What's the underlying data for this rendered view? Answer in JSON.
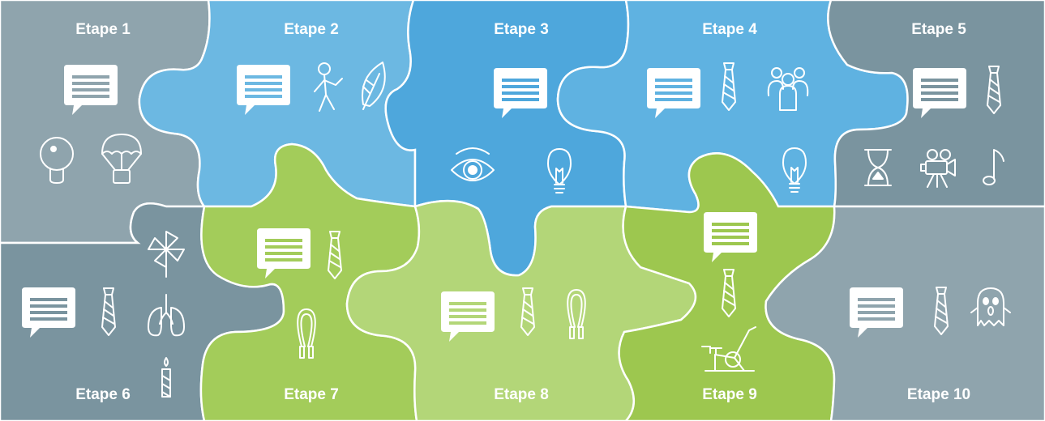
{
  "colors": {
    "gray_light": "#8fa4ad",
    "gray_dark": "#7a949f",
    "blue_light": "#6cb8e2",
    "blue_medium": "#4ea7dc",
    "blue_mid": "#5fb2e1",
    "green_medium": "#a3cc5a",
    "green_light": "#b3d678",
    "green_bright": "#9dc74f",
    "border": "#ffffff",
    "icon": "#ffffff"
  },
  "steps": [
    {
      "label": "Etape 1",
      "color": "gray_light",
      "icons": [
        "speech-bubble-icon",
        "table-tennis-paddle-icon",
        "parachute-icon"
      ]
    },
    {
      "label": "Etape 2",
      "color": "blue_light",
      "icons": [
        "speech-bubble-icon",
        "stick-figure-icon",
        "leaf-icon"
      ]
    },
    {
      "label": "Etape 3",
      "color": "blue_medium",
      "icons": [
        "speech-bubble-icon",
        "eye-icon",
        "light-bulb-icon"
      ]
    },
    {
      "label": "Etape 4",
      "color": "blue_mid",
      "icons": [
        "speech-bubble-icon",
        "tie-icon",
        "group-icon",
        "light-bulb-icon"
      ]
    },
    {
      "label": "Etape 5",
      "color": "gray_dark",
      "icons": [
        "speech-bubble-icon",
        "tie-icon",
        "hourglass-icon",
        "movie-camera-icon",
        "music-note-icon"
      ]
    },
    {
      "label": "Etape 6",
      "color": "gray_dark",
      "icons": [
        "pinwheel-icon",
        "speech-bubble-icon",
        "tie-icon",
        "lungs-icon",
        "candle-icon"
      ]
    },
    {
      "label": "Etape 7",
      "color": "green_medium",
      "icons": [
        "speech-bubble-icon",
        "tie-icon",
        "jump-rope-icon"
      ]
    },
    {
      "label": "Etape 8",
      "color": "green_light",
      "icons": [
        "speech-bubble-icon",
        "tie-icon",
        "jump-rope-icon"
      ]
    },
    {
      "label": "Etape 9",
      "color": "green_bright",
      "icons": [
        "speech-bubble-icon",
        "tie-icon",
        "exercise-bike-icon"
      ]
    },
    {
      "label": "Etape 10",
      "color": "gray_light",
      "icons": [
        "speech-bubble-icon",
        "tie-icon",
        "ghost-icon"
      ]
    }
  ]
}
